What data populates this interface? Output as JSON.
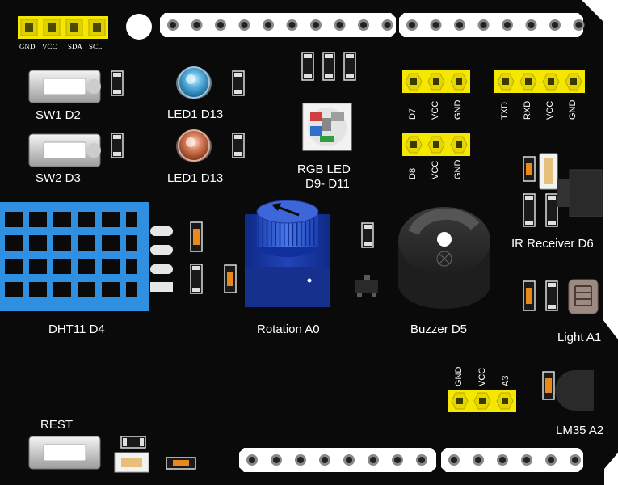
{
  "board": {
    "i2c_pins": [
      "GND",
      "VCC",
      "SDA",
      "SCL"
    ],
    "labels": {
      "sw1": "SW1 D2",
      "sw2": "SW2 D3",
      "led1_top": "LED1  D13",
      "led1_bottom": "LED1  D13",
      "rgb_line1": "RGB  LED",
      "rgb_line2": "D9- D11",
      "dht11": "DHT11 D4",
      "rotation": "Rotation A0",
      "buzzer": "Buzzer D5",
      "ir": "IR Receiver D6",
      "light": "Light  A1",
      "lm35": "LM35 A2",
      "reset": "REST"
    },
    "d7_header": [
      "D7",
      "VCC",
      "GND"
    ],
    "d8_header": [
      "D8",
      "VCC",
      "GND"
    ],
    "serial_header": [
      "TXD",
      "RXD",
      "VCC",
      "GND"
    ],
    "a3_header": [
      "GND",
      "VCC",
      "A3"
    ],
    "colors": {
      "pcb": "#0a0a0a",
      "header_yellow": "#f5e800",
      "dht_blue": "#2f8fe0",
      "pot_blue": "#1c3aa8",
      "buzzer": "#2e2e2e",
      "silk": "#ffffff"
    }
  }
}
